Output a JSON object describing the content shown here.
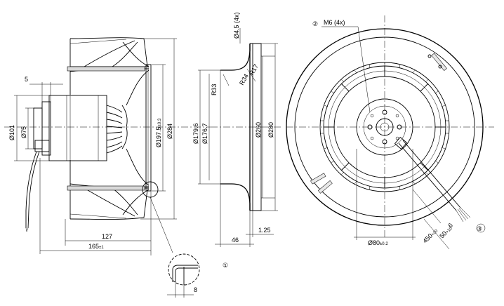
{
  "side_view": {
    "dim_top": "5",
    "dim_bore": "Ø101",
    "dim_hub": "Ø75",
    "dim_inlet": "Ø197.5",
    "dim_inlet_tol": "±0.3",
    "dim_outer": "Ø284",
    "dim_len": "127",
    "dim_overall": "165",
    "dim_overall_tol": "±1"
  },
  "ring_view": {
    "dim_hole": "Ø4.5 (4x)",
    "r1": "R17",
    "r2": "R33",
    "r3": "R34",
    "d1": "Ø179.6",
    "d2": "Ø176.7",
    "d3": "Ø260",
    "d4": "Ø280",
    "dim_depth": "46",
    "dim_thk": "1.25"
  },
  "detail": {
    "callout": "①",
    "dim": "8"
  },
  "front_view": {
    "callout_m": "②",
    "thread": "M6 (4x)",
    "dim_center": "Ø80",
    "dim_center_tol": "±0.2",
    "lead_len": "450",
    "lead_len_tol": "+20",
    "strip1": "6",
    "strip2": "50",
    "strip2_tol": "+10",
    "callout_lead": "③"
  }
}
